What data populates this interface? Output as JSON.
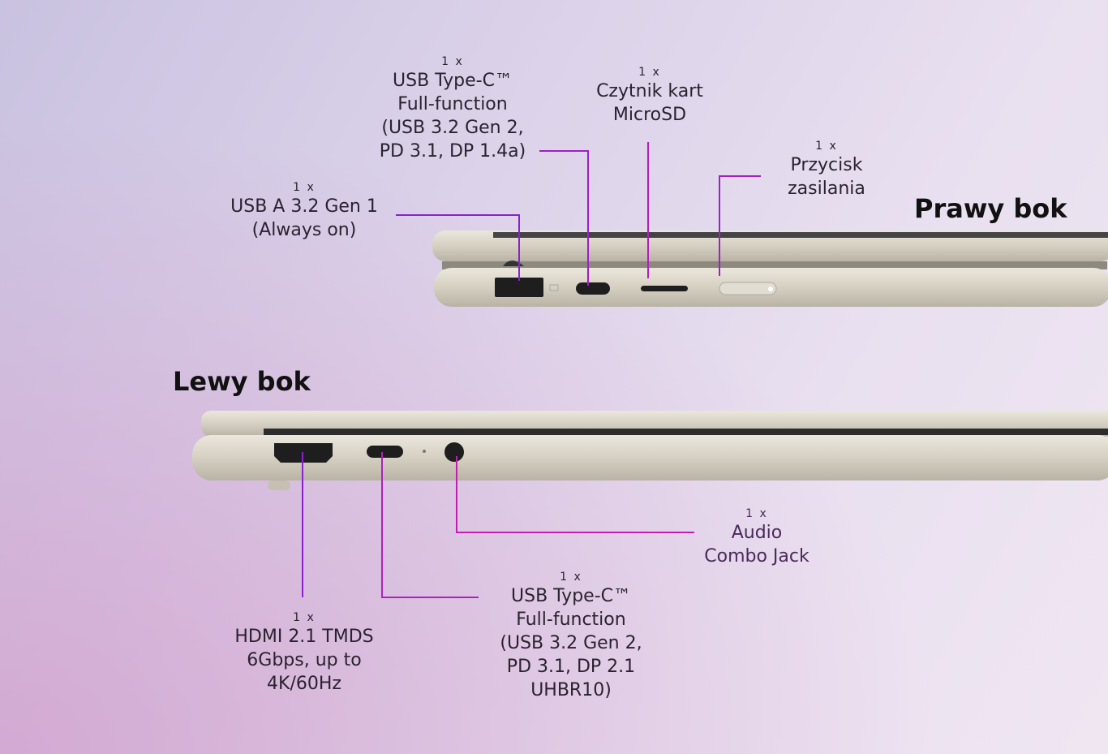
{
  "right_side": {
    "title": "Prawy bok",
    "ports": [
      {
        "qty": "1 x",
        "lines": [
          "USB A 3.2 Gen 1",
          "(Always on)"
        ]
      },
      {
        "qty": "1 x",
        "lines": [
          "USB Type-C™",
          "Full-function",
          "(USB 3.2 Gen 2,",
          "PD 3.1, DP 1.4a)"
        ]
      },
      {
        "qty": "1 x",
        "lines": [
          "Czytnik kart",
          "MicroSD"
        ]
      },
      {
        "qty": "1 x",
        "lines": [
          "Przycisk",
          "zasilania"
        ]
      }
    ]
  },
  "left_side": {
    "title": "Lewy bok",
    "ports": [
      {
        "qty": "1 x",
        "lines": [
          "HDMI 2.1 TMDS",
          "6Gbps, up to",
          "4K/60Hz"
        ]
      },
      {
        "qty": "1 x",
        "lines": [
          "USB Type-C™",
          "Full-function",
          "(USB 3.2 Gen 2,",
          "PD 3.1, DP 2.1",
          "UHBR10)"
        ]
      },
      {
        "qty": "1 x",
        "lines": [
          "Audio",
          "Combo Jack"
        ]
      }
    ]
  },
  "colors": {
    "line_start": "#7a1fd6",
    "line_end": "#d11fb0",
    "chassis": "#d8d3c6"
  }
}
